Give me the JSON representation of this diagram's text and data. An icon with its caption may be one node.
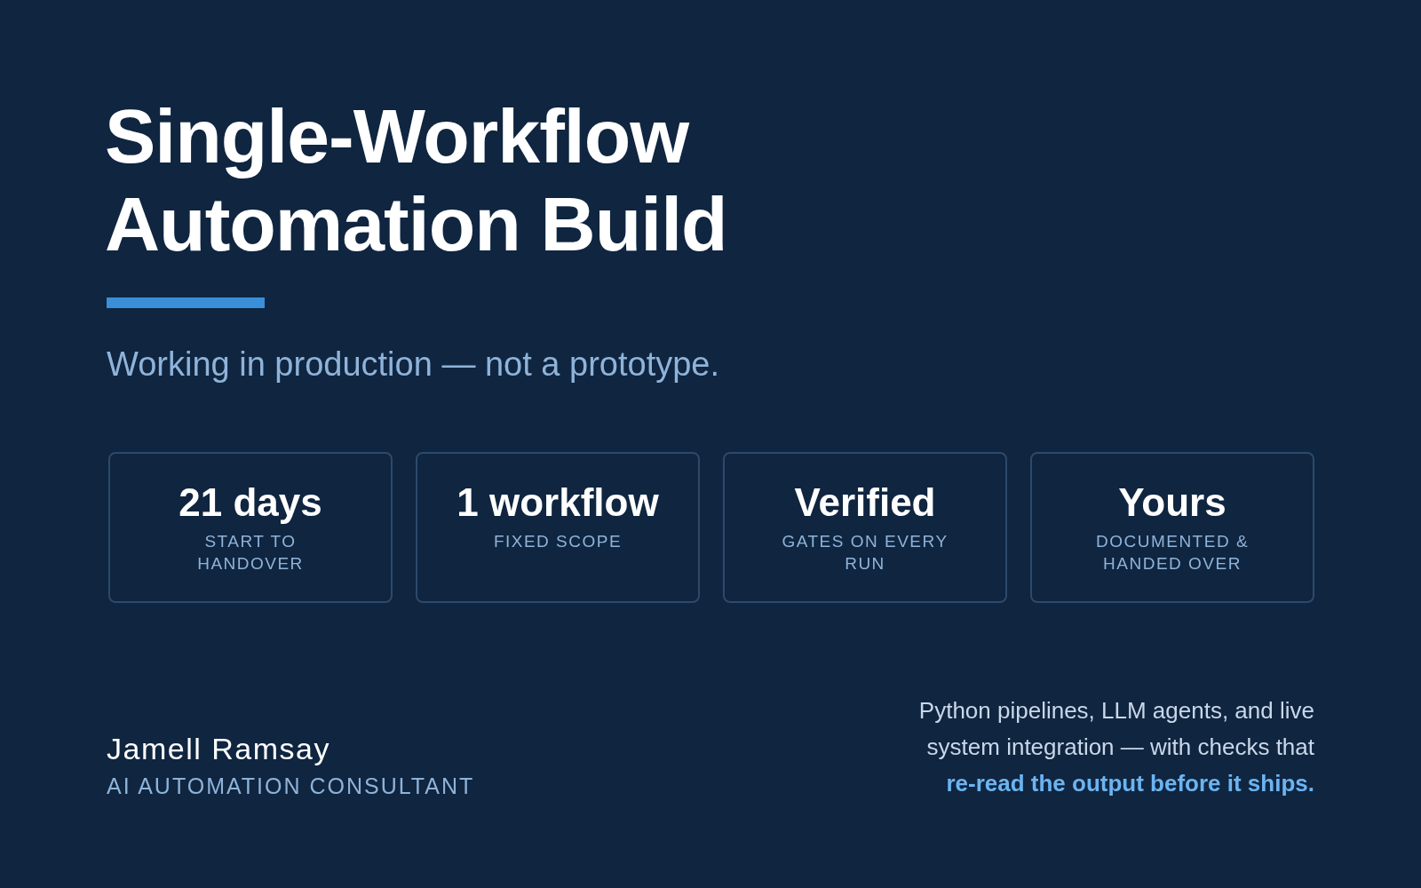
{
  "diagram": {
    "title": "Single-Workflow Automation Build",
    "nodes": [
      {
        "text": [
          "21 days",
          "START TO HANDOVER"
        ]
      },
      {
        "text": [
          "1 workflow",
          "FIXED SCOPE"
        ]
      },
      {
        "text": [
          "Verified",
          "GATES ON EVERY RUN"
        ]
      },
      {
        "text": [
          "Yours",
          "DOCUMENTED & HANDED OVER"
        ]
      }
    ],
    "labels": [
      "Working in production — not a prototype.",
      "Jamell Ramsay",
      "AI AUTOMATION CONSULTANT",
      "Python pipelines, LLM agents, and live system integration — with checks that **re-read the output before it ships.**"
    ]
  }
}
